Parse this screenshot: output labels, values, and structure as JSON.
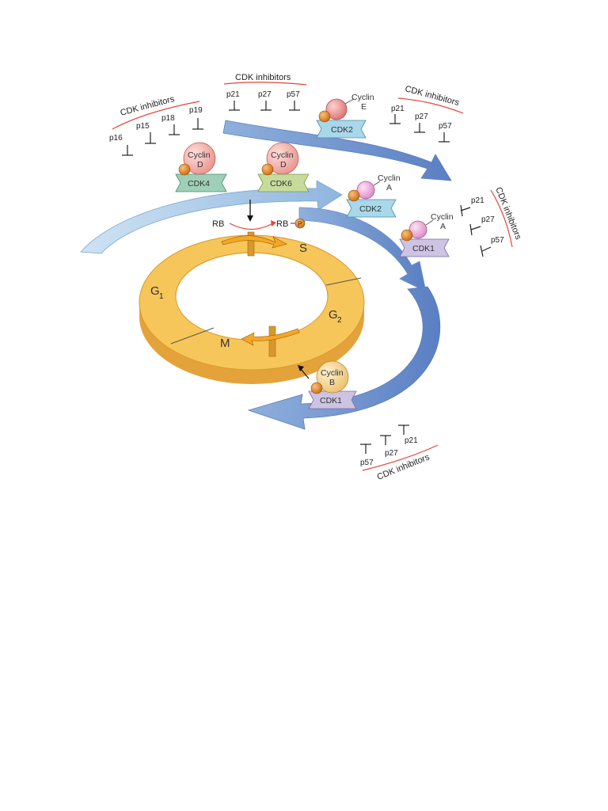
{
  "inhibitor_groups": {
    "g1_left": {
      "title": "CDK inhibitors",
      "items": [
        "p16",
        "p15",
        "p18",
        "p19"
      ]
    },
    "top_mid": {
      "title": "CDK inhibitors",
      "items": [
        "p21",
        "p27",
        "p57"
      ]
    },
    "top_right": {
      "title": "CDK inhibitors",
      "items": [
        "p21",
        "p27",
        "p57"
      ]
    },
    "right": {
      "title": "CDK inhibitors",
      "items": [
        "p21",
        "p27",
        "p57"
      ]
    },
    "bottom": {
      "title": "CDK inhibitors",
      "items": [
        "p57",
        "p27",
        "p21"
      ]
    }
  },
  "complexes": {
    "cyclin_d_cdk4": {
      "cyclin": "Cyclin",
      "cyclin_sub": "D",
      "cdk": "CDK4"
    },
    "cyclin_d_cdk6": {
      "cyclin": "Cyclin",
      "cyclin_sub": "D",
      "cdk": "CDK6"
    },
    "cyclin_e_cdk2": {
      "cyclin": "Cyclin",
      "cyclin_sub": "E",
      "cdk": "CDK2"
    },
    "cyclin_a_cdk2": {
      "cyclin": "Cyclin",
      "cyclin_sub": "A",
      "cdk": "CDK2"
    },
    "cyclin_a_cdk1": {
      "cyclin": "Cyclin",
      "cyclin_sub": "A",
      "cdk": "CDK1"
    },
    "cyclin_b_cdk1": {
      "cyclin": "Cyclin",
      "cyclin_sub": "B",
      "cdk": "CDK1"
    }
  },
  "rb": {
    "substrate": "RB",
    "product": "RB",
    "phospho": "P"
  },
  "phases": {
    "g1": "G",
    "g1_sub": "1",
    "s": "S",
    "g2": "G",
    "g2_sub": "2",
    "m": "M"
  },
  "colors": {
    "arrow_light": "#a9cce9",
    "arrow_dark": "#5f86c8",
    "ring_top": "#f7c65a",
    "ring_side": "#e5a83a",
    "inhibitor_line": "#e3463a",
    "cyclin_d": "#f0a6a0",
    "cyclin_e": "#e98a8a",
    "cyclin_a": "#e69ad0",
    "cyclin_b": "#f3d38c",
    "phospho_ball": "#e5831f",
    "cdk4": "#9fd0b7",
    "cdk6": "#c7dc9c",
    "cdk2": "#a8d8ea",
    "cdk1": "#cdc3e3"
  }
}
